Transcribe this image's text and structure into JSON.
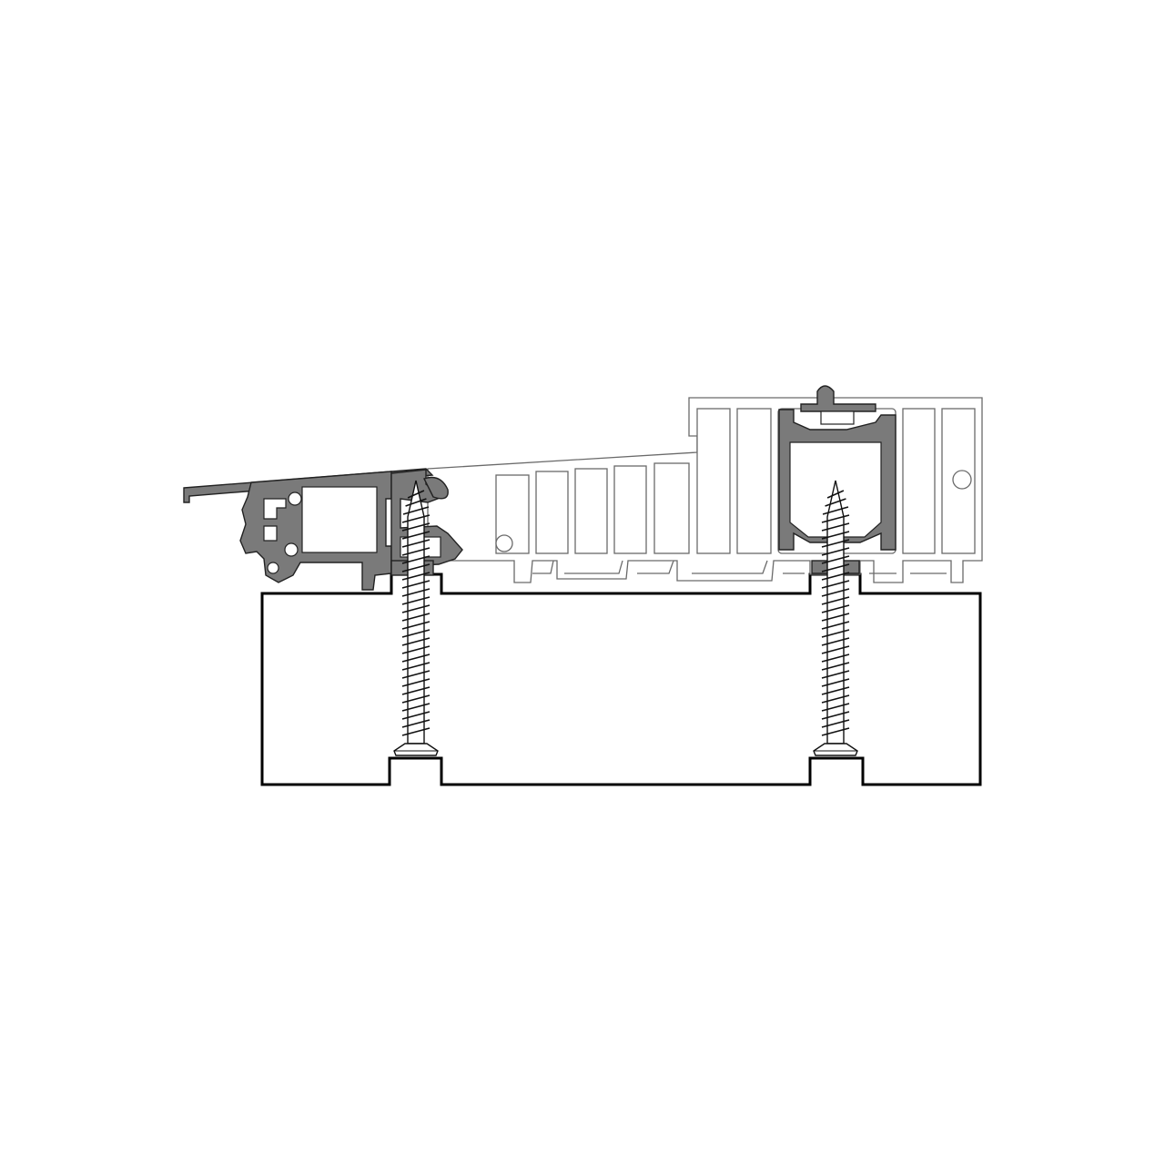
{
  "drawing": {
    "kind": "cross-section",
    "components": [
      {
        "name": "timber-sill",
        "color": "#000000"
      },
      {
        "name": "aluminium-sill-profile",
        "color": "#7a7a7a"
      },
      {
        "name": "pvc-threshold-profile",
        "color": "#6a6a6a"
      },
      {
        "name": "track-insert",
        "color": "#7a7a7a"
      },
      {
        "name": "fixing-screw",
        "count": 2
      }
    ],
    "icons": [
      "screw-icon",
      "screw-icon"
    ]
  }
}
